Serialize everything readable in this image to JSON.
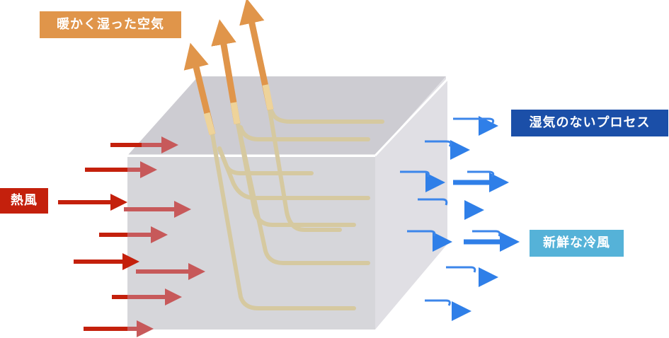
{
  "labels": {
    "warm_humid_air": "暖かく湿った空気",
    "dry_process": "湿気のないプロセス",
    "fresh_cold_air": "新鮮な冷風",
    "hot_air": "熱風"
  },
  "colors": {
    "warm_humid_air": "#e0954a",
    "dry_process": "#1b4fa8",
    "fresh_cold_air": "#55b2d8",
    "hot_air": "#c4200c",
    "hot_arrow_inside": "#c7595a",
    "cold_arrow": "#2f7fe8",
    "light_blue_arrow": "#6fa4ef",
    "heat_pipe": "#d6c9a0",
    "box_front": "#d6d6da",
    "box_top": "#cdccd2",
    "box_side": "#dedde2"
  }
}
